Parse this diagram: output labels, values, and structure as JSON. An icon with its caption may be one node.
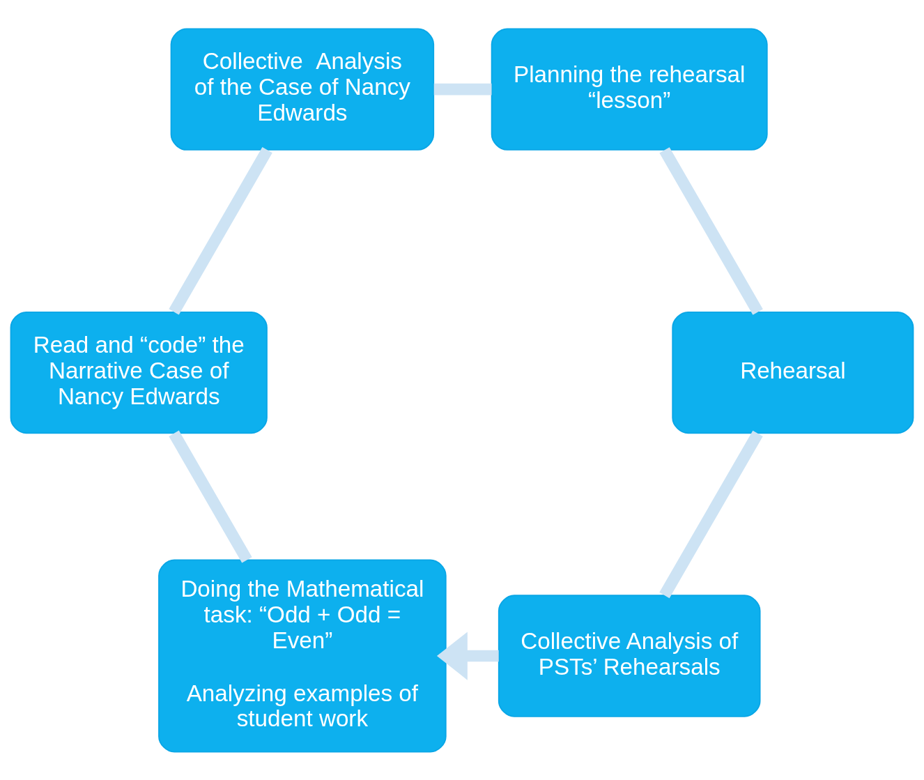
{
  "diagram": {
    "nodes": [
      {
        "text": [
          "Doing the Mathematical task: “Odd + Odd = Even”",
          "Analyzing examples of student work"
        ]
      },
      {
        "text": [
          "Read and “code” the Narrative Case of Nancy Edwards"
        ]
      },
      {
        "text": [
          "Collective  Analysis of the Case of Nancy Edwards"
        ]
      },
      {
        "text": [
          "Planning the rehearsal  “lesson”"
        ]
      },
      {
        "text": [
          "Rehearsal"
        ]
      },
      {
        "text": [
          "Collective Analysis of PSTs’ Rehearsals"
        ]
      }
    ],
    "edges": [
      {
        "from": 0,
        "to": 1,
        "arrow": "none"
      },
      {
        "from": 1,
        "to": 2,
        "arrow": "none"
      },
      {
        "from": 2,
        "to": 3,
        "arrow": "none"
      },
      {
        "from": 3,
        "to": 4,
        "arrow": "none"
      },
      {
        "from": 4,
        "to": 5,
        "arrow": "none"
      },
      {
        "from": 5,
        "to": 0,
        "arrow": "to"
      }
    ]
  }
}
